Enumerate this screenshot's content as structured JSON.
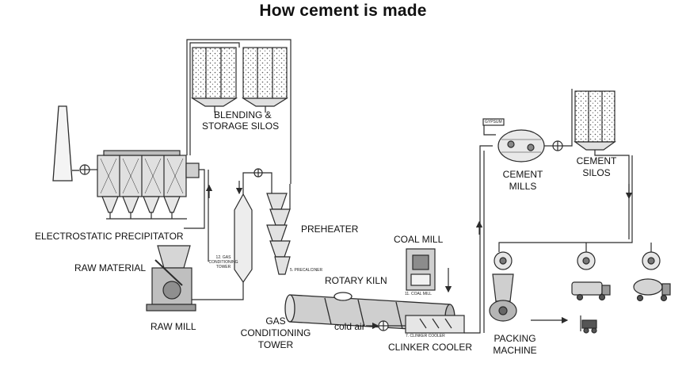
{
  "title": "How cement is made",
  "labels": {
    "electrostatic_precipitator": "ELECTROSTATIC PRECIPITATOR",
    "raw_material": "RAW MATERIAL",
    "raw_mill": "RAW MILL",
    "blending_line1": "BLENDING &",
    "blending_line2": "STORAGE SILOS",
    "gas_line1": "GAS",
    "gas_line2": "CONDITIONING",
    "gas_line3": "TOWER",
    "preheater": "PREHEATER",
    "rotary_kiln": "ROTARY KILN",
    "coal_mill": "COAL MILL",
    "cold_air": "cold air",
    "clinker_cooler": "CLINKER COOLER",
    "cement_mills_line1": "CEMENT",
    "cement_mills_line2": "MILLS",
    "cement_silos_line1": "CEMENT",
    "cement_silos_line2": "SILOS",
    "packing_line1": "PACKING",
    "packing_line2": "MACHINE"
  },
  "small_labels": {
    "gas_tower_tag_line1": "12. GAS",
    "gas_tower_tag_line2": "CONDITIONING",
    "gas_tower_tag_line3": "TOWER",
    "precalciner": "5. PRECALCINER",
    "coal_mill_tag": "11. COAL MILL",
    "clinker_cooler_tag": "7. CLINKER COOLER",
    "gypsum": "GYPSUM"
  },
  "colors": {
    "line": "#2b2b2b",
    "equipment_fill": "#d8d8d8",
    "dark": "#555555"
  }
}
